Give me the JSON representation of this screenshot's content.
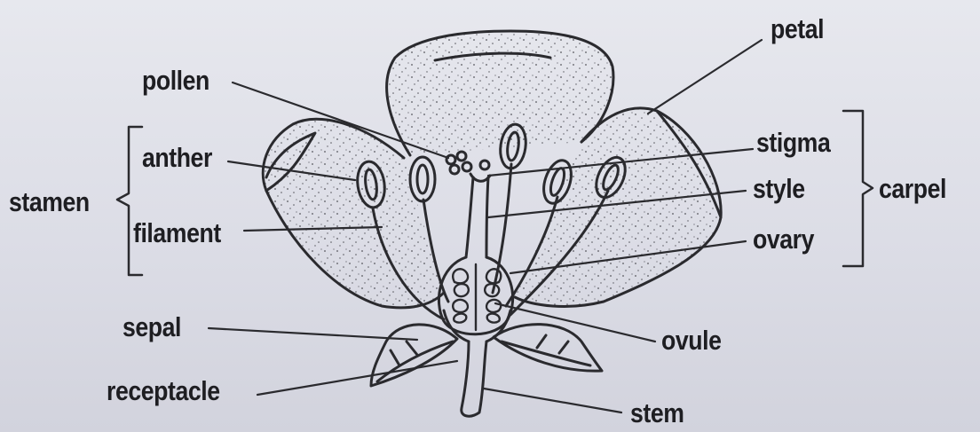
{
  "labels": {
    "pollen": "pollen",
    "anther": "anther",
    "stamen": "stamen",
    "filament": "filament",
    "sepal": "sepal",
    "receptacle": "receptacle",
    "petal": "petal",
    "stigma": "stigma",
    "style": "style",
    "carpel": "carpel",
    "ovary": "ovary",
    "ovule": "ovule",
    "stem": "stem"
  },
  "colors": {
    "ink": "#2a2a2e",
    "paper": "#e3e4eb"
  }
}
